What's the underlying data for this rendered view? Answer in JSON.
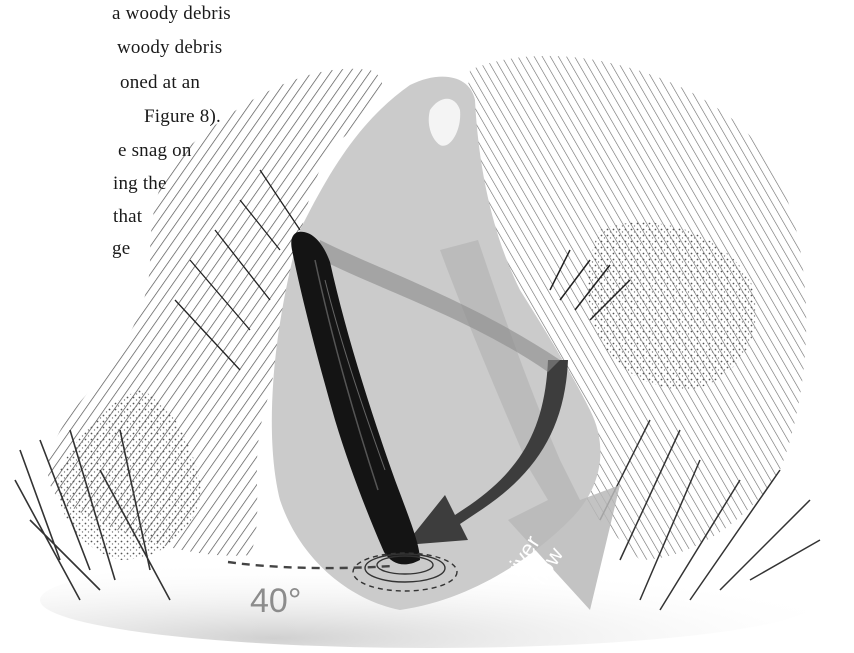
{
  "text": {
    "lines": [
      "a woody debris",
      "woody debris",
      "oned at an",
      "Figure 8).",
      "e snag on",
      "ing the",
      "that",
      "ge"
    ]
  },
  "diagram": {
    "angle_label": "40°",
    "flow_label_line1": "river",
    "flow_label_line2": "flow",
    "colors": {
      "water": "#c9c9c9",
      "flow_arrow": "#b9b9b9",
      "deflection_arrow": "#3d3d3d",
      "log": "#111111",
      "vegetation": "#2a2a2a"
    }
  }
}
